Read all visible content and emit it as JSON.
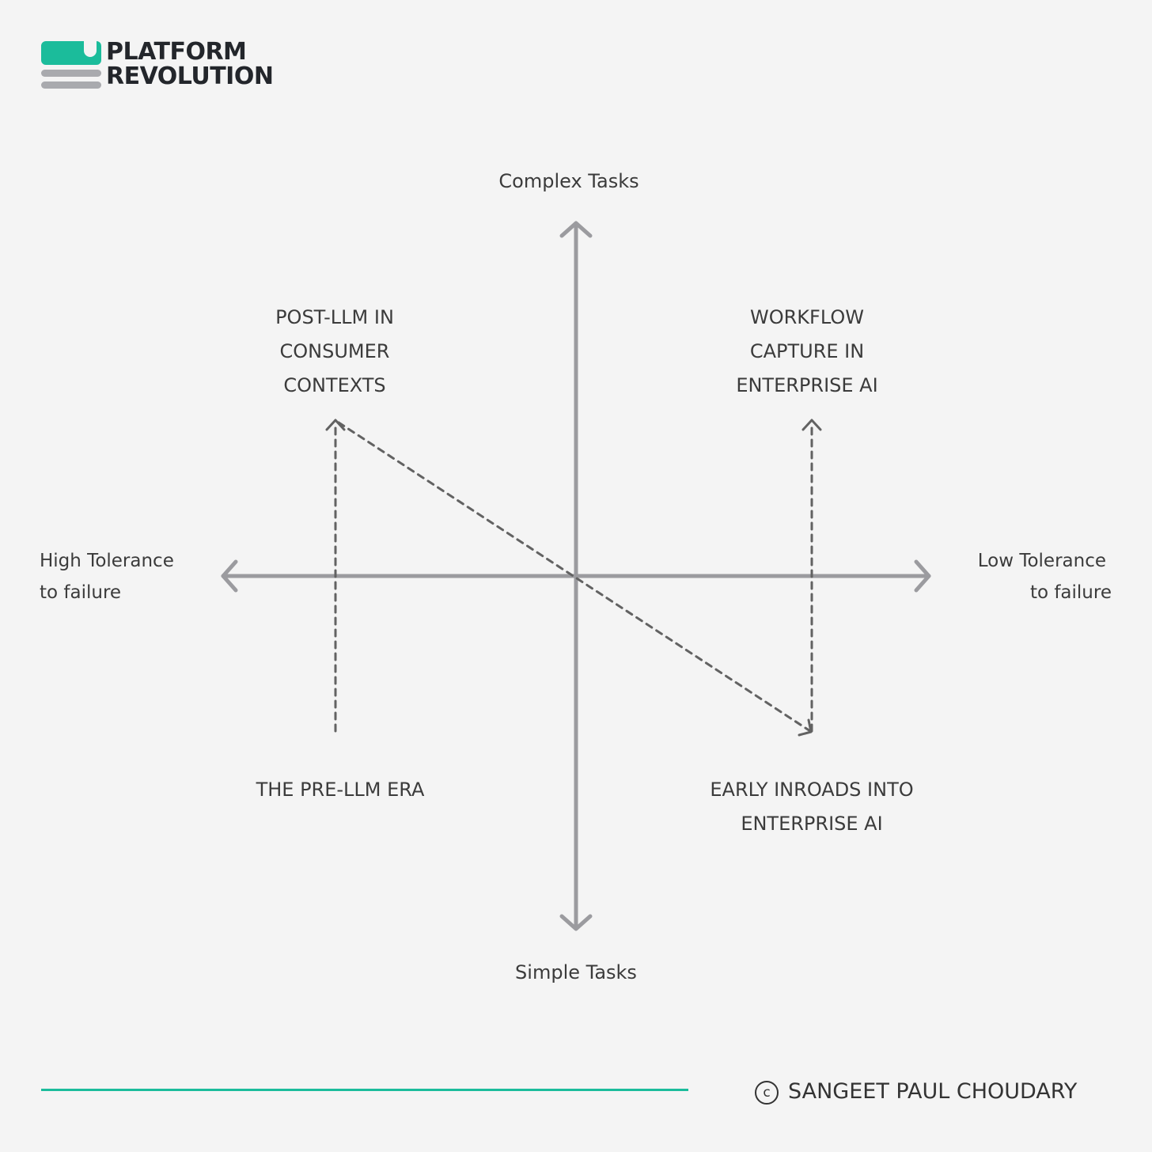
{
  "logo": {
    "line1": "PLATFORM",
    "line2": "REVOLUTION",
    "color_accent": "#1bbc9b",
    "color_bars": "#a9aaae"
  },
  "axes": {
    "top": "Complex Tasks",
    "bottom": "Simple Tasks",
    "left_line1": "High Tolerance",
    "left_line2": "to failure",
    "right_line1": "Low Tolerance",
    "right_line2": "to failure",
    "color": "#9b9b9f"
  },
  "quadrants": {
    "top_left": [
      "POST-LLM IN",
      "CONSUMER",
      "CONTEXTS"
    ],
    "top_right": [
      "WORKFLOW",
      "CAPTURE IN",
      "ENTERPRISE AI"
    ],
    "bottom_left": [
      "THE PRE-LLM ERA"
    ],
    "bottom_right": [
      "EARLY INROADS INTO",
      "ENTERPRISE AI"
    ]
  },
  "footer": {
    "copyright_symbol": "c",
    "author": "SANGEET PAUL CHOUDARY",
    "line_color": "#1bbc9b"
  }
}
